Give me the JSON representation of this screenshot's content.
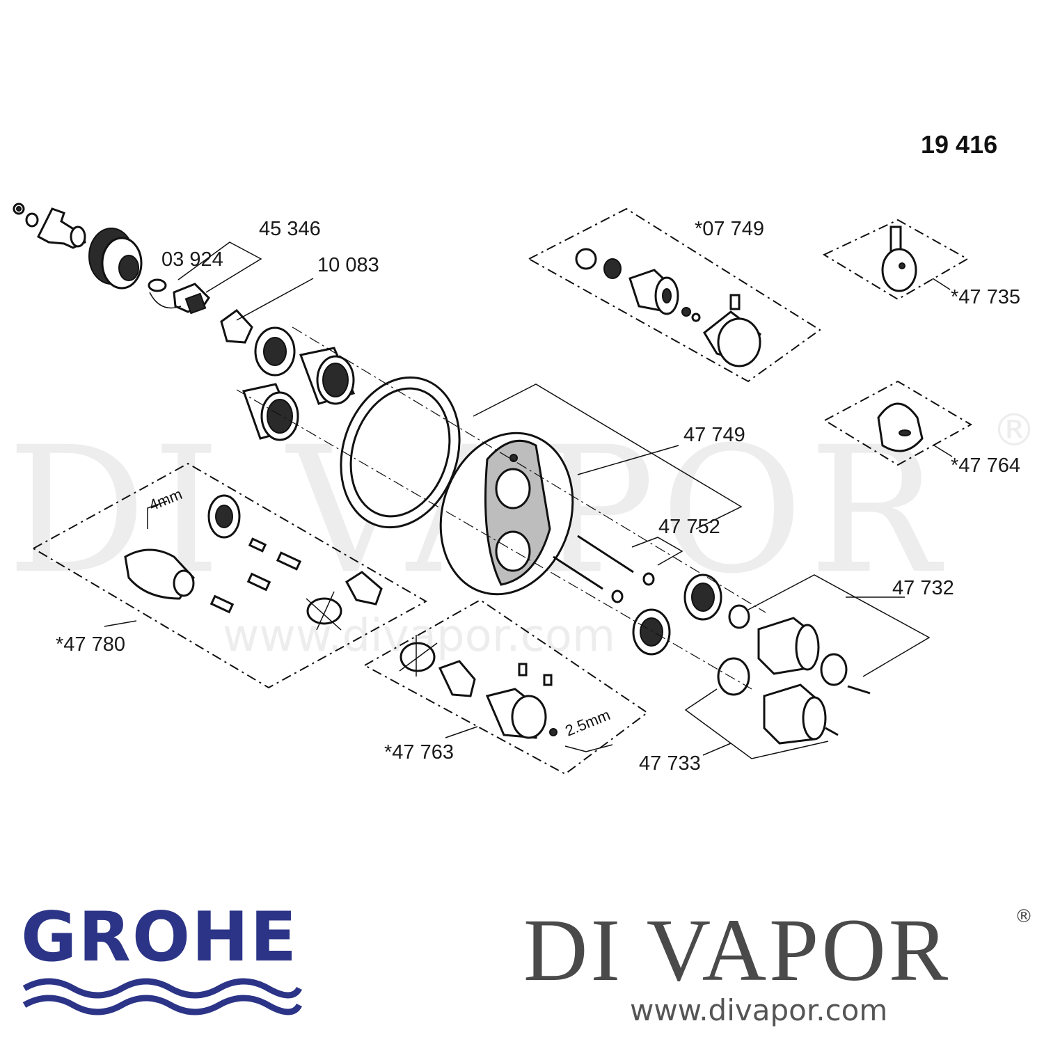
{
  "title": "19 416",
  "parts": [
    {
      "id": "45346",
      "label": "45 346"
    },
    {
      "id": "03924",
      "label": "03 924"
    },
    {
      "id": "10083",
      "label": "10 083"
    },
    {
      "id": "07749",
      "label": "*07 749"
    },
    {
      "id": "47735",
      "label": "*47 735"
    },
    {
      "id": "47749",
      "label": "47 749"
    },
    {
      "id": "47764",
      "label": "*47 764"
    },
    {
      "id": "47752",
      "label": "47 752"
    },
    {
      "id": "47732",
      "label": "47 732"
    },
    {
      "id": "47780",
      "label": "*47 780"
    },
    {
      "id": "47763",
      "label": "*47 763"
    },
    {
      "id": "47733",
      "label": "47 733"
    }
  ],
  "tools": {
    "hex_4": "4mm",
    "hex_25": "2.5mm"
  },
  "watermark": {
    "text": "DI VAPOR",
    "registered": "®",
    "url": "www.divapor.com"
  },
  "brands": {
    "grohe": "GROHE",
    "divapor": "DI VAPOR",
    "registered": "®",
    "url": "www.divapor.com"
  }
}
